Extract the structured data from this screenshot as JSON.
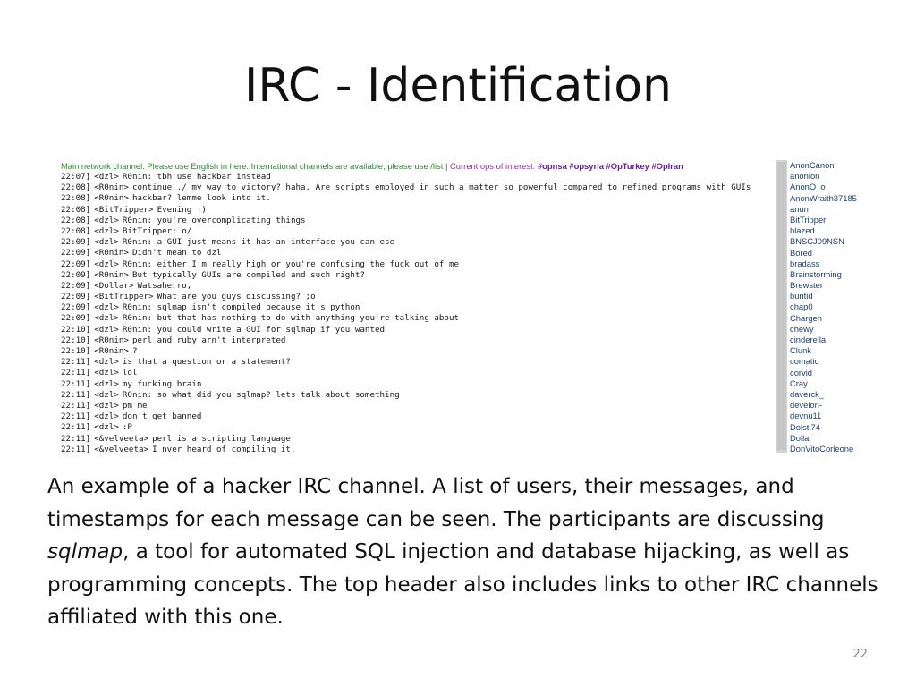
{
  "slide": {
    "title": "IRC - Identification",
    "caption": {
      "before_italic": "An example of a hacker IRC channel. A list of users, their messages, and timestamps for each message can be seen. The participants are discussing ",
      "italic": "sqlmap",
      "after_italic": ", a tool for automated SQL injection and database hijacking, as well as programming concepts. The top header also includes links to other IRC channels affiliated with this one."
    },
    "page_number": "22"
  },
  "irc": {
    "topic": {
      "main": "Main network channel. Please use English in here. International channels are available, please use /list",
      "separator": " | ",
      "ops_label": "Current ops of interest: ",
      "channels": "#opnsa #opsyria #OpTurkey #OpIran"
    },
    "messages": [
      {
        "time": "22:07]",
        "nick": "<dzl>",
        "text": "R0nin: tbh use hackbar instead"
      },
      {
        "time": "22:08]",
        "nick": "<R0nin>",
        "text": "continue ./ my way to victory? haha. Are scripts employed in such a matter so powerful compared to refined programs with GUIs"
      },
      {
        "time": "22:08]",
        "nick": "<R0nin>",
        "text": "hackbar? lemme look into it."
      },
      {
        "time": "22:08]",
        "nick": "<BitTripper>",
        "text": "Evening :)"
      },
      {
        "time": "22:08]",
        "nick": "<dzl>",
        "text": "R0nin: you're overcomplicating things"
      },
      {
        "time": "22:08]",
        "nick": "<dzl>",
        "text": "BitTripper: o/"
      },
      {
        "time": "22:09]",
        "nick": "<dzl>",
        "text": "R0nin: a GUI just means it has an interface you can ese"
      },
      {
        "time": "22:09]",
        "nick": "<R0nin>",
        "text": "Didn't mean to dzl"
      },
      {
        "time": "22:09]",
        "nick": "<dzl>",
        "text": "R0nin: either I'm really high or you're confusing the fuck out of me"
      },
      {
        "time": "22:09]",
        "nick": "<R0nin>",
        "text": "But typically GUIs are compiled and such right?"
      },
      {
        "time": "22:09]",
        "nick": "<Dollar>",
        "text": "Watsaherro,"
      },
      {
        "time": "22:09]",
        "nick": "<BitTripper>",
        "text": "What are you guys discussing? ;o"
      },
      {
        "time": "22:09]",
        "nick": "<dzl>",
        "text": "R0nin: sqlmap isn't compiled because it's python"
      },
      {
        "time": "22:09]",
        "nick": "<dzl>",
        "text": "R0nin: but that has nothing to do with anything you're talking about"
      },
      {
        "time": "22:10]",
        "nick": "<dzl>",
        "text": "R0nin: you could write a GUI for sqlmap if you wanted"
      },
      {
        "time": "22:10]",
        "nick": "<R0nin>",
        "text": "perl and ruby arn't interpreted"
      },
      {
        "time": "22:10]",
        "nick": "<R0nin>",
        "text": "?"
      },
      {
        "time": "22:11]",
        "nick": "<dzl>",
        "text": "is that a question or a statement?"
      },
      {
        "time": "22:11]",
        "nick": "<dzl>",
        "text": "lol"
      },
      {
        "time": "22:11]",
        "nick": "<dzl>",
        "text": "my fucking brain"
      },
      {
        "time": "22:11]",
        "nick": "<dzl>",
        "text": "R0nin: so what did you sqlmap? lets talk about something"
      },
      {
        "time": "22:11]",
        "nick": "<dzl>",
        "text": "pm me"
      },
      {
        "time": "22:11]",
        "nick": "<dzl>",
        "text": "don't get banned"
      },
      {
        "time": "22:11]",
        "nick": "<dzl>",
        "text": ":P"
      },
      {
        "time": "22:11]",
        "nick": "<&velveeta>",
        "text": "perl is a scripting language"
      },
      {
        "time": "22:11]",
        "nick": "<&velveeta>",
        "text": "I nver heard of compiling it."
      }
    ],
    "users": [
      "AnonCanon",
      "anonion",
      "AnonO_o",
      "AnonWraith37185",
      "anun",
      "BitTripper",
      "blazed",
      "BNSCJ09NSN",
      "Bored",
      "bradass",
      "Brainstorming",
      "Brewster",
      "buntid",
      "chap0",
      "Chargen",
      "chewy",
      "cinderella",
      "Clunk",
      "comatic",
      "corvid",
      "Cray",
      "daverck_",
      "develon-",
      "devnu11",
      "Doisti74",
      "Dollar",
      "DonVitoCorleone"
    ]
  }
}
